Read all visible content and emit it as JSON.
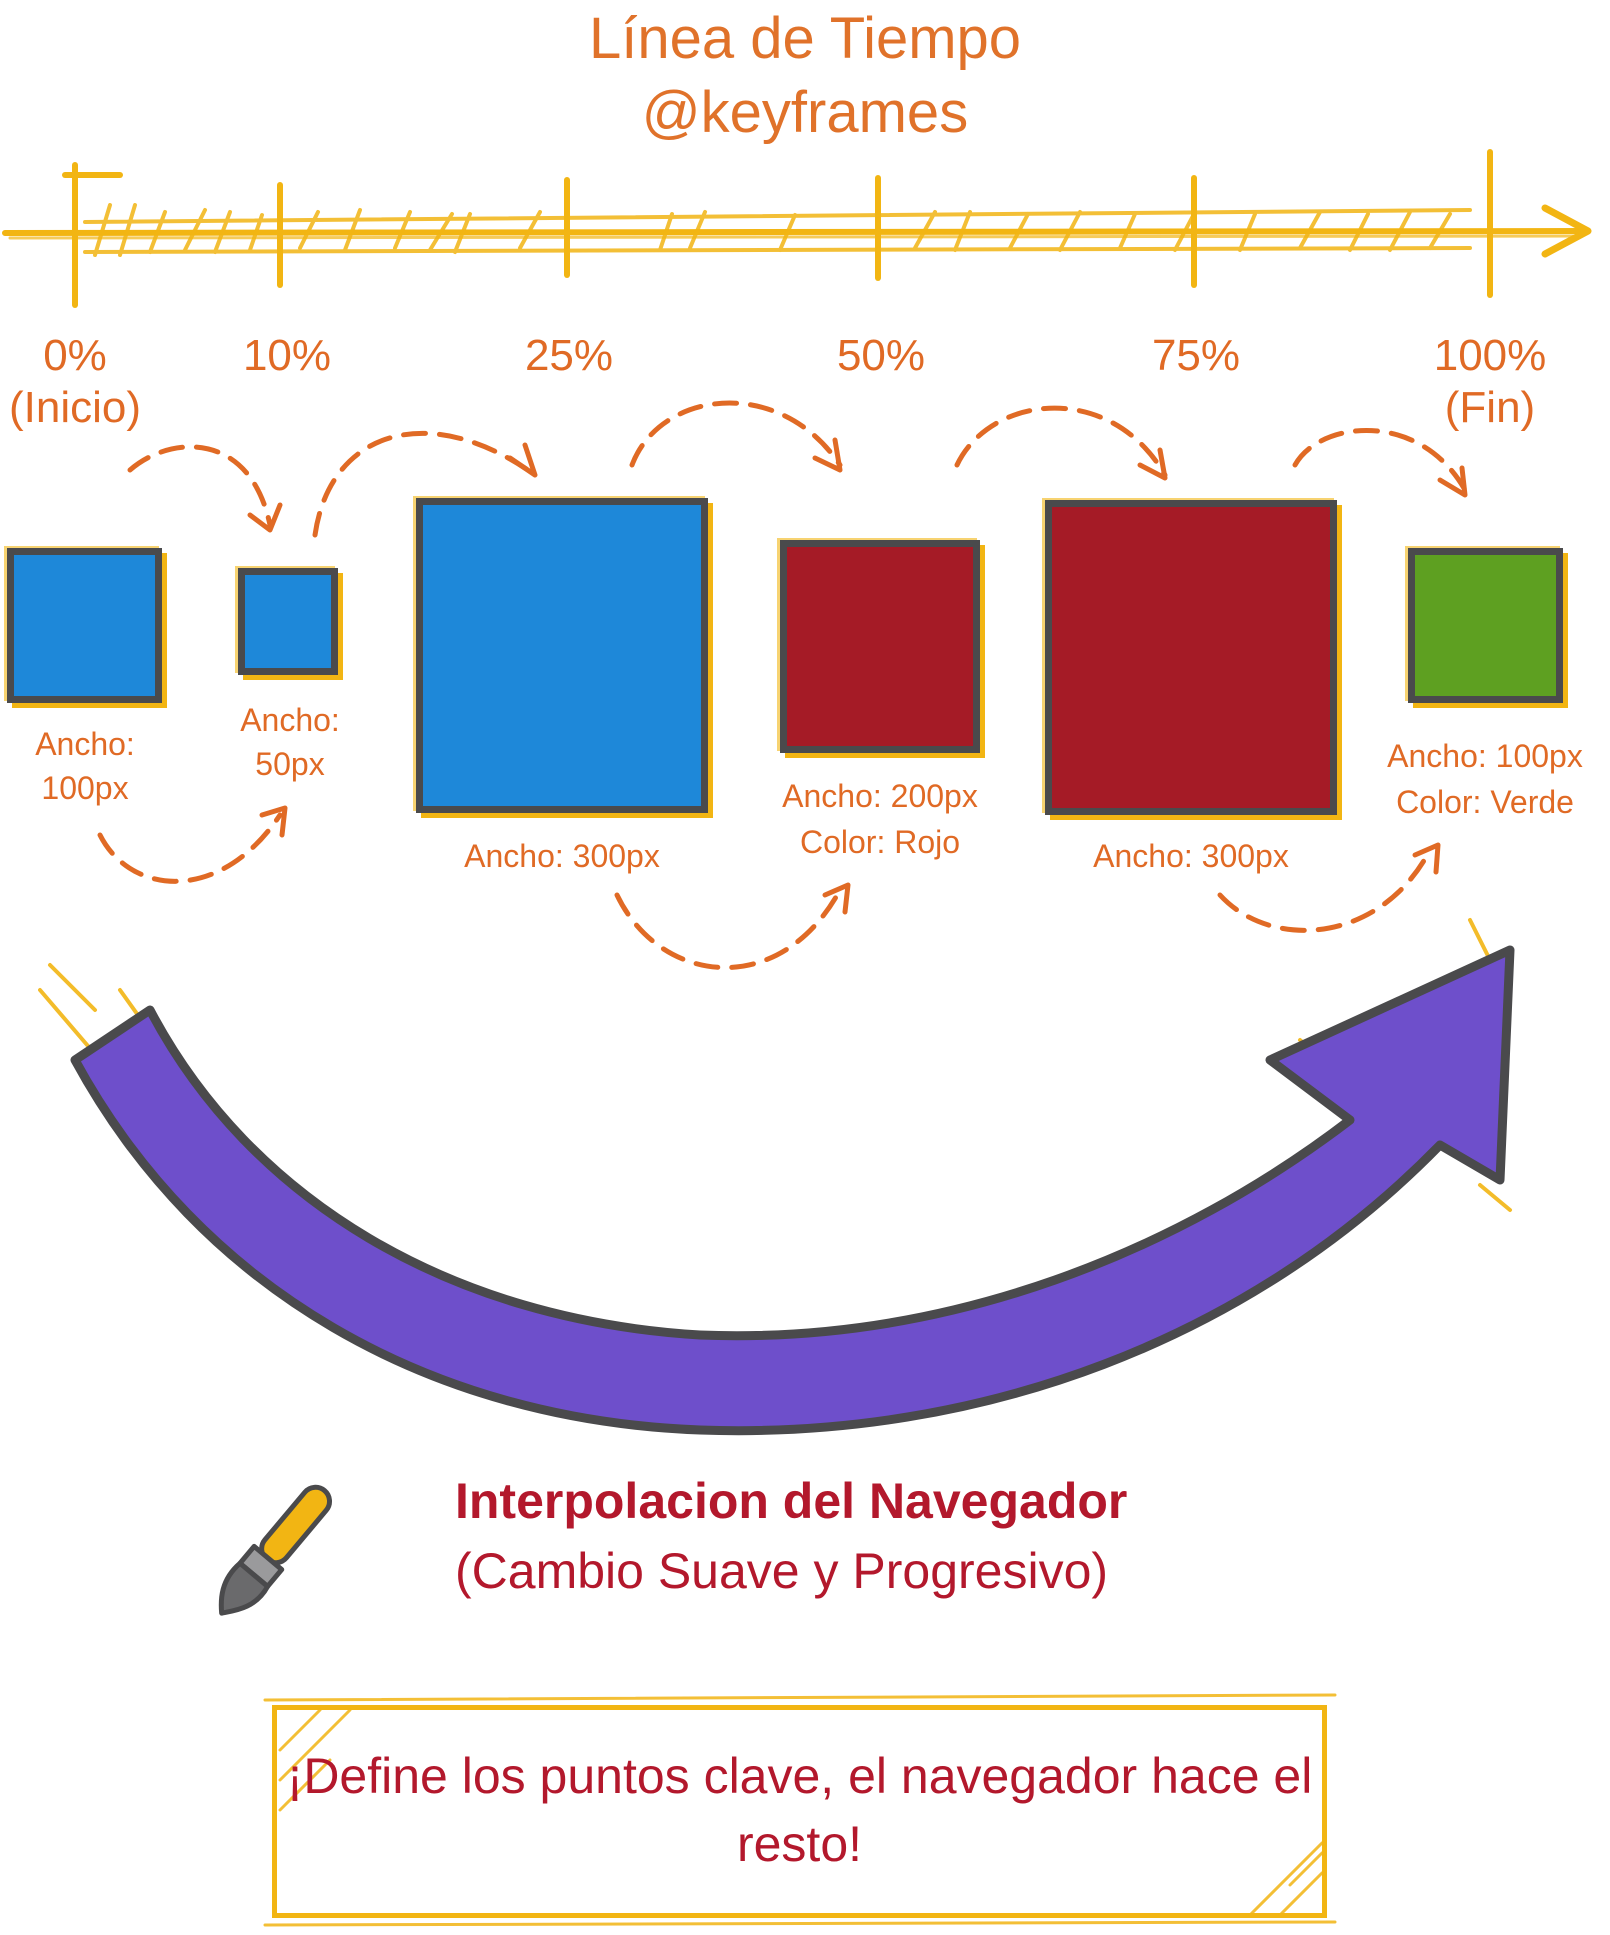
{
  "header": {
    "title_line1": "Línea de Tiempo",
    "title_line2": "@keyframes"
  },
  "timeline": {
    "ticks": [
      {
        "percent": "0%",
        "note": "(Inicio)"
      },
      {
        "percent": "10%",
        "note": ""
      },
      {
        "percent": "25%",
        "note": ""
      },
      {
        "percent": "50%",
        "note": ""
      },
      {
        "percent": "75%",
        "note": ""
      },
      {
        "percent": "100%",
        "note": "(Fin)"
      }
    ]
  },
  "keyframes": [
    {
      "caption_line1": "Ancho:",
      "caption_line2": "100px",
      "color": "#1e88d9"
    },
    {
      "caption_line1": "Ancho:",
      "caption_line2": "50px",
      "color": "#1e88d9"
    },
    {
      "caption_line1": "Ancho: 300px",
      "caption_line2": "",
      "color": "#1e88d9"
    },
    {
      "caption_line1": "Ancho: 200px",
      "caption_line2": "Color: Rojo",
      "color": "#a51b26"
    },
    {
      "caption_line1": "Ancho: 300px",
      "caption_line2": "",
      "color": "#a51b26"
    },
    {
      "caption_line1": "Ancho: 100px",
      "caption_line2": "Color: Verde",
      "color": "#5ea021"
    }
  ],
  "interpolation": {
    "title": "Interpolacion del Navegador",
    "subtitle": "(Cambio Suave y Progresivo)",
    "icon": "paintbrush-icon",
    "arrow_color": "#6e4fcb"
  },
  "note": {
    "text": "¡Define los puntos clave, el navegador hace el resto!"
  },
  "colors": {
    "accent_orange": "#e0722a",
    "highlight_yellow": "#f2b513",
    "outline_gray": "#4a4a4c",
    "text_red": "#b3182c"
  }
}
